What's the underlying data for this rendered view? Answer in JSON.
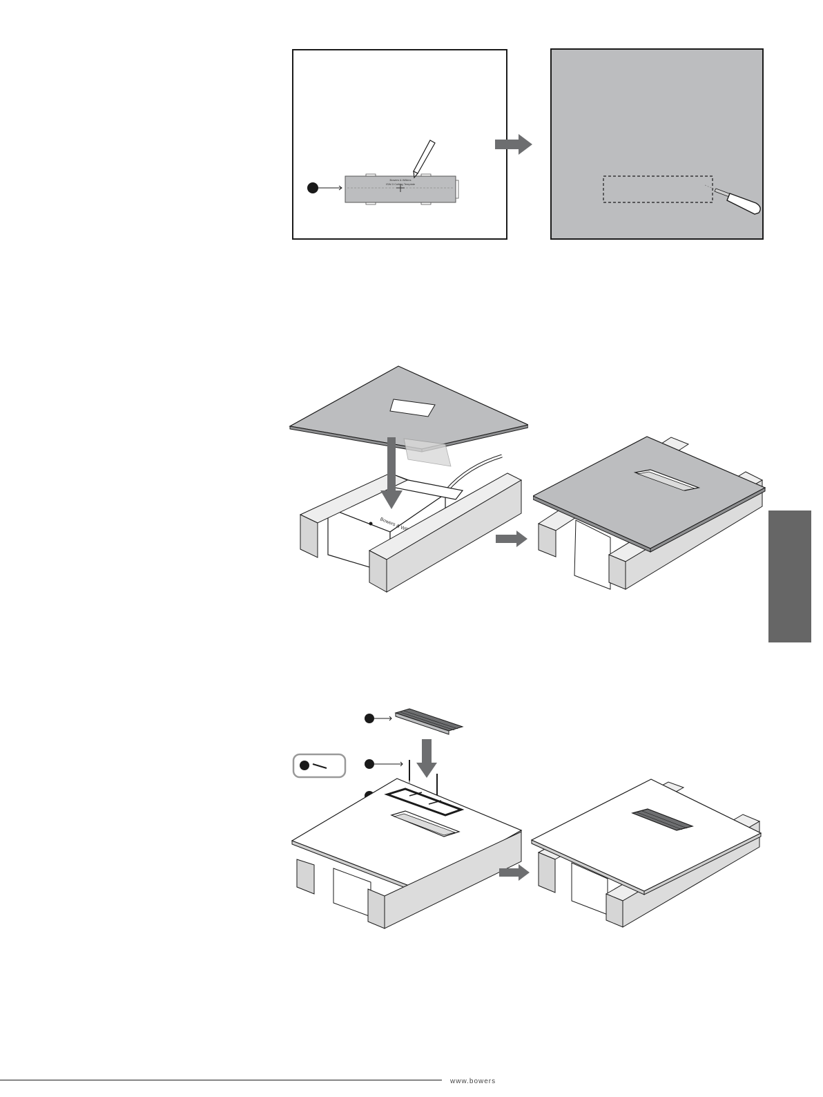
{
  "step1": {
    "template": {
      "brand": "Bowers & Wilkins",
      "title": "ISW-3 Cutting Template",
      "small_labels": [
        "Bowers & Wilkins",
        "ISW-3 Cutting Template"
      ]
    }
  },
  "step2": {
    "box_label": "Bowers & Wilkins"
  },
  "footer": {
    "text": "www.bowers"
  },
  "colors": {
    "ink": "#1a1a1a",
    "panel_gray": "#bcbdbf",
    "tab_gray": "#666666",
    "arrow_gray": "#6d6e70",
    "joist_gray": "#d6d6d6"
  }
}
